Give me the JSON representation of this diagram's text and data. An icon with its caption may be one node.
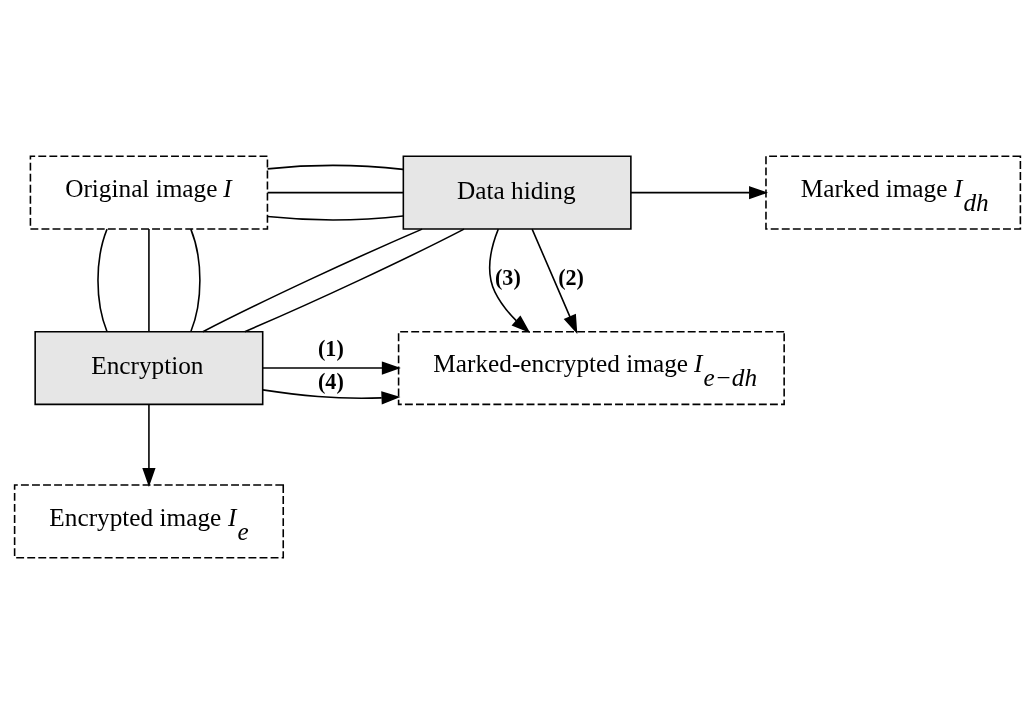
{
  "diagram": {
    "nodes": [
      {
        "text": [
          "Original image *I*"
        ]
      },
      {
        "text": [
          "Data hiding"
        ]
      },
      {
        "text": [
          "Marked image *I*$_{dh}$"
        ]
      },
      {
        "text": [
          "Encryption"
        ]
      },
      {
        "text": [
          "Marked-encrypted image *I*$_{e−dh}$"
        ]
      },
      {
        "text": [
          "Encrypted image *I*$_{e}$"
        ]
      }
    ],
    "edges": [
      {
        "from": 0,
        "to": 1,
        "arrow": "none"
      },
      {
        "from": 1,
        "to": 2,
        "arrow": "to"
      },
      {
        "from": 0,
        "to": 1,
        "arrow": "none"
      },
      {
        "from": 1,
        "to": 4,
        "arrow": "to",
        "label": "**(3)**"
      },
      {
        "from": 0,
        "to": 1,
        "arrow": "none"
      },
      {
        "from": 1,
        "to": 3,
        "arrow": "none"
      },
      {
        "from": 3,
        "to": 4,
        "arrow": "to",
        "label": "**(1)**"
      },
      {
        "from": 0,
        "to": 3,
        "arrow": "none"
      },
      {
        "from": 3,
        "to": 1,
        "arrow": "none"
      },
      {
        "from": 1,
        "to": 4,
        "arrow": "to",
        "label": "**(2)**"
      },
      {
        "from": 0,
        "to": 3,
        "arrow": "none"
      },
      {
        "from": 3,
        "to": 4,
        "arrow": "to",
        "label": "**(4)**"
      },
      {
        "from": 0,
        "to": 3,
        "arrow": "none"
      },
      {
        "from": 3,
        "to": 5,
        "arrow": "to"
      }
    ]
  }
}
